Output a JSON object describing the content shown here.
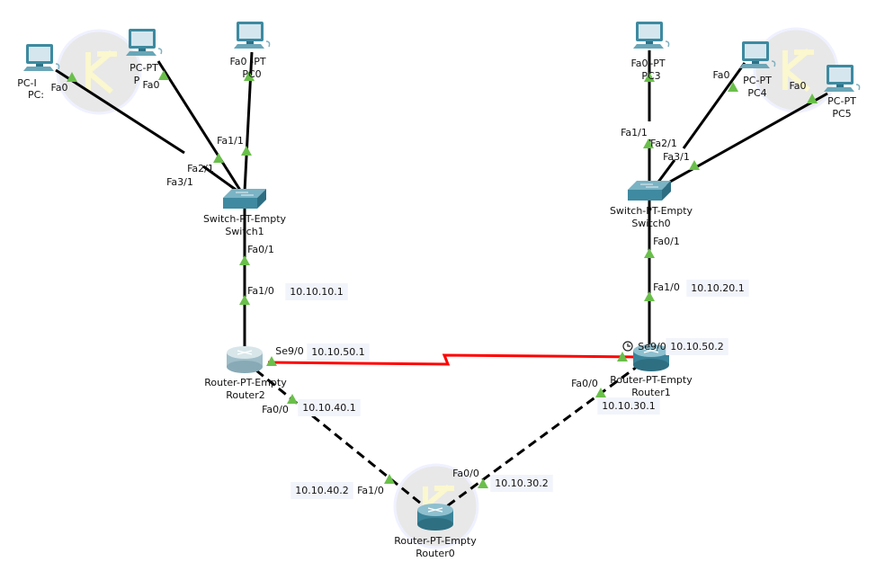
{
  "devices": [
    {
      "id": "pc2",
      "type": "pc",
      "line1": "PC-I",
      "line2": "PC:"
    },
    {
      "id": "pc1",
      "type": "pc",
      "line1": "PC-PT",
      "line2": "P"
    },
    {
      "id": "pc0",
      "type": "pc",
      "line1": "-PT",
      "line2": "PC0"
    },
    {
      "id": "pc3",
      "type": "pc",
      "line1": "-PT",
      "line2": "PC3"
    },
    {
      "id": "pc4",
      "type": "pc",
      "line1": "PC-PT",
      "line2": "PC4"
    },
    {
      "id": "pc5",
      "type": "pc",
      "line1": "PC-PT",
      "line2": "PC5"
    },
    {
      "id": "switch1",
      "type": "switch",
      "line1": "Switch-PT-Empty",
      "line2": "Switch1"
    },
    {
      "id": "switch0",
      "type": "switch",
      "line1": "Switch-PT-Empty",
      "line2": "Switch0"
    },
    {
      "id": "router2",
      "type": "router",
      "line1": "Router-PT-Empty",
      "line2": "Router2"
    },
    {
      "id": "router1",
      "type": "router",
      "line1": "Router-PT-Empty",
      "line2": "Router1"
    },
    {
      "id": "router0",
      "type": "router",
      "line1": "Router-PT-Empty",
      "line2": "Router0"
    }
  ],
  "links": [
    {
      "id": "pc2-switch1",
      "style": "copper-straight",
      "a_port": "Fa0",
      "b_port": "Fa3/1"
    },
    {
      "id": "pc1-switch1",
      "style": "copper-straight",
      "a_port": "Fa0",
      "b_port": "Fa2/1"
    },
    {
      "id": "pc0-switch1",
      "style": "copper-straight",
      "a_port": "Fa0",
      "b_port": "Fa1/1"
    },
    {
      "id": "switch1-router2",
      "style": "copper-straight",
      "a_port": "Fa0/1",
      "b_port": "Fa1/0"
    },
    {
      "id": "pc3-switch0",
      "style": "copper-straight",
      "a_port": "Fa0",
      "b_port": "Fa1/1"
    },
    {
      "id": "pc4-switch0",
      "style": "copper-straight",
      "a_port": "Fa0",
      "b_port": "Fa2/1"
    },
    {
      "id": "pc5-switch0",
      "style": "copper-straight",
      "a_port": "Fa0",
      "b_port": "Fa3/1"
    },
    {
      "id": "switch0-router1",
      "style": "copper-straight",
      "a_port": "Fa0/1",
      "b_port": "Fa1/0"
    },
    {
      "id": "router2-router1",
      "style": "serial",
      "a_port": "Se9/0",
      "b_port": "Se9/0"
    },
    {
      "id": "router2-router0",
      "style": "copper-cross",
      "a_port": "Fa0/0",
      "b_port": "Fa1/0"
    },
    {
      "id": "router1-router0",
      "style": "copper-cross",
      "a_port": "Fa0/0",
      "b_port": "Fa0/0"
    }
  ],
  "ip_labels": [
    "10.10.10.1",
    "10.10.20.1",
    "10.10.50.1",
    "10.10.50.2",
    "10.10.40.1",
    "10.10.30.1",
    "10.10.40.2",
    "10.10.30.2"
  ],
  "colors": {
    "link": "#000000",
    "serial": "#ff0000",
    "link_up": "#6abf4b",
    "ip_bg": "#f2f4fb",
    "device": "#4a8fa3"
  }
}
